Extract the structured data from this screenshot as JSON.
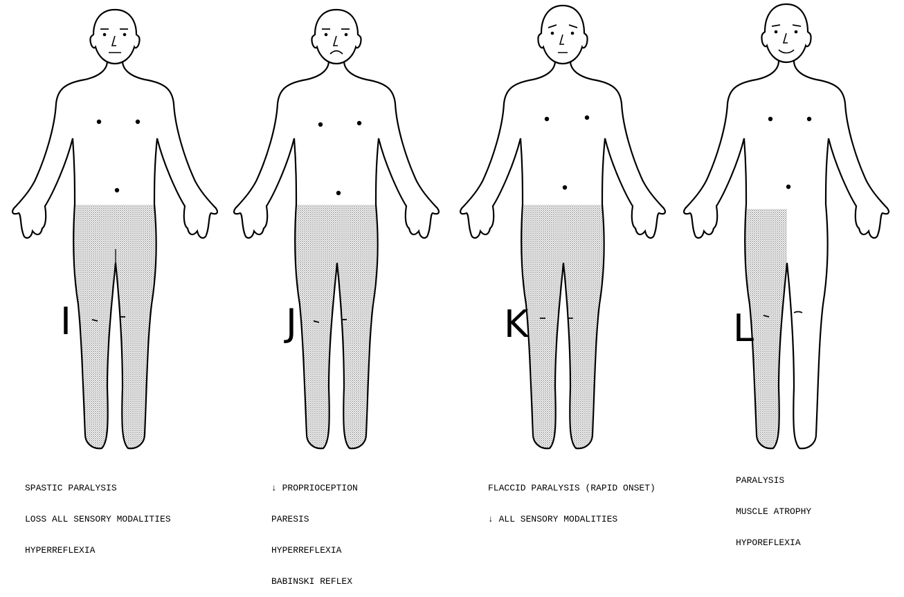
{
  "panels": [
    {
      "letter": "I",
      "shading": "both-legs",
      "caption": [
        "SPASTIC PARALYSIS",
        "LOSS ALL SENSORY MODALITIES",
        "HYPERREFLEXIA"
      ]
    },
    {
      "letter": "J",
      "shading": "both-legs",
      "caption": [
        "↓ PROPRIOCEPTION",
        "PARESIS",
        "HYPERREFLEXIA",
        "BABINSKI REFLEX"
      ]
    },
    {
      "letter": "K",
      "shading": "both-legs",
      "caption": [
        "FLACCID PARALYSIS (RAPID ONSET)",
        "↓ ALL SENSORY MODALITIES"
      ]
    },
    {
      "letter": "L",
      "shading": "right-leg",
      "caption": [
        "PARALYSIS",
        "MUSCLE ATROPHY",
        "HYPOREFLEXIA"
      ]
    }
  ],
  "colors": {
    "line": "#000000",
    "background": "#ffffff",
    "stipple": "#6b6b6b"
  }
}
